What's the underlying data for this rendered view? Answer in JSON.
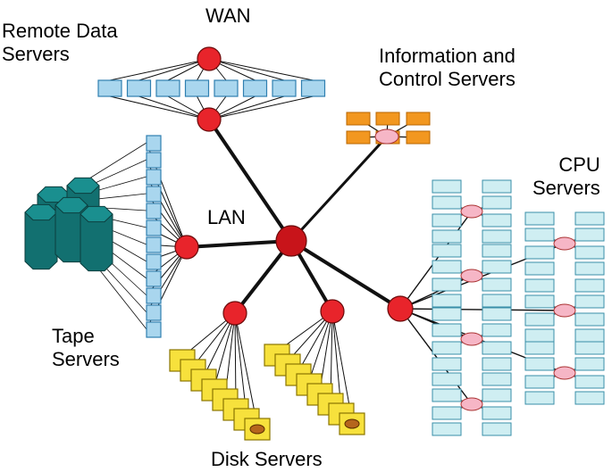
{
  "labels": {
    "wan": "WAN",
    "remote_data_servers": "Remote Data\nServers",
    "info_control_servers": "Information and\nControl Servers",
    "cpu_servers": "CPU\nServers",
    "lan": "LAN",
    "tape_servers": "Tape\nServers",
    "disk_servers": "Disk Servers"
  },
  "colors": {
    "node_red": "#e8242b",
    "hub_red": "#c8141a",
    "server_blue": "#a9d6ee",
    "server_border": "#2f7fb0",
    "info_orange": "#f29720",
    "pink_node": "#f6b6c6",
    "disk_yellow": "#f7e13c",
    "tape_teal": "#1a8f8f",
    "cpu_box": "#cfeef2"
  }
}
